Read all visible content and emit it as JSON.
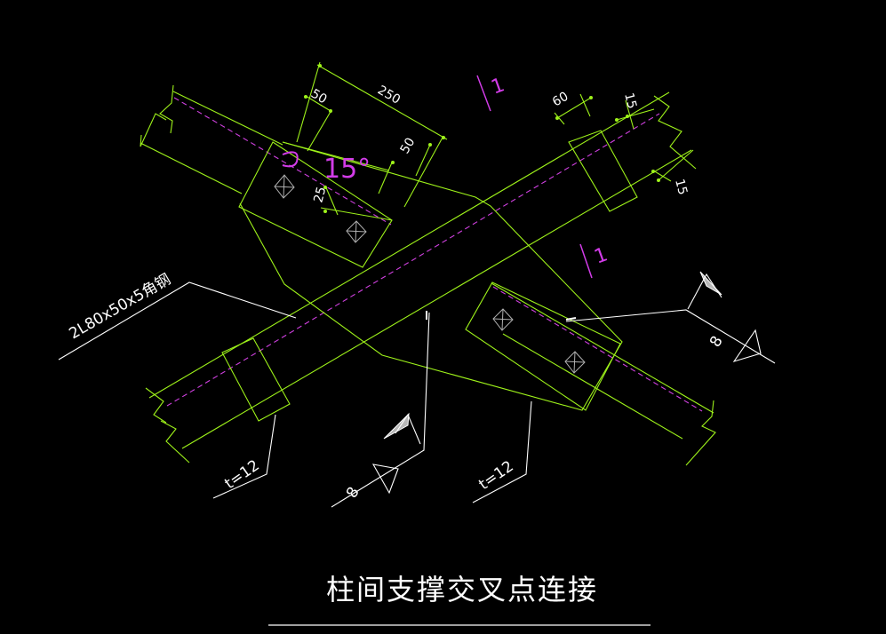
{
  "drawing": {
    "title": "柱间支撑交叉点连接",
    "dim_250": "250",
    "dim_50_top": "50",
    "dim_50_right": "50",
    "dim_60": "60",
    "dim_15_top": "15",
    "dim_15_right": "15",
    "dim_25": "25",
    "angle_label": "15°",
    "member_label": "2L80x50x5角钢",
    "plate_left": "t=12",
    "plate_right": "t=12",
    "weld_size_1": "8",
    "weld_size_2": "8",
    "section_mark_1": "1",
    "section_mark_2": "1"
  },
  "colors": {
    "background": "#000000",
    "member_lines": "#9ef21a",
    "centerline": "#d040e0",
    "annotation": "#ffffff",
    "angle_text": "#d23ce8"
  }
}
